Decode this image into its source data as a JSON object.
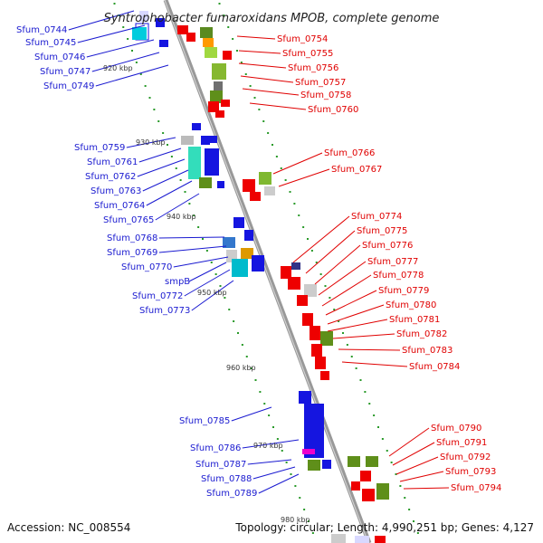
{
  "title": "Syntrophobacter fumaroxidans MPOB, complete genome",
  "footer": {
    "accession": "Accession: NC_008554",
    "topology": "Topology: circular; Length: 4,990,251 bp; Genes: 4,127"
  },
  "ticks": [
    "920 kbp",
    "930 kbp",
    "940 kbp",
    "950 kbp",
    "960 kbp",
    "970 kbp",
    "980 kbp"
  ],
  "colors": {
    "forward_label": "#1a1ad0",
    "reverse_label": "#e00000",
    "backbone": "#999999",
    "cds_forward": "#1515e0",
    "cds_reverse": "#ee0000",
    "dots": "#2a9a2a"
  },
  "labels_left": [
    "Sfum_0744",
    "Sfum_0745",
    "Sfum_0746",
    "Sfum_0747",
    "Sfum_0749",
    "Sfum_0759",
    "Sfum_0761",
    "Sfum_0762",
    "Sfum_0763",
    "Sfum_0764",
    "Sfum_0765",
    "Sfum_0768",
    "Sfum_0769",
    "Sfum_0770",
    "smpB",
    "Sfum_0772",
    "Sfum_0773",
    "Sfum_0785",
    "Sfum_0786",
    "Sfum_0787",
    "Sfum_0788",
    "Sfum_0789"
  ],
  "labels_right": [
    "Sfum_0754",
    "Sfum_0755",
    "Sfum_0756",
    "Sfum_0757",
    "Sfum_0758",
    "Sfum_0760",
    "Sfum_0766",
    "Sfum_0767",
    "Sfum_0774",
    "Sfum_0775",
    "Sfum_0776",
    "Sfum_0777",
    "Sfum_0778",
    "Sfum_0779",
    "Sfum_0780",
    "Sfum_0781",
    "Sfum_0782",
    "Sfum_0783",
    "Sfum_0784",
    "Sfum_0790",
    "Sfum_0791",
    "Sfum_0792",
    "Sfum_0793",
    "Sfum_0794"
  ]
}
